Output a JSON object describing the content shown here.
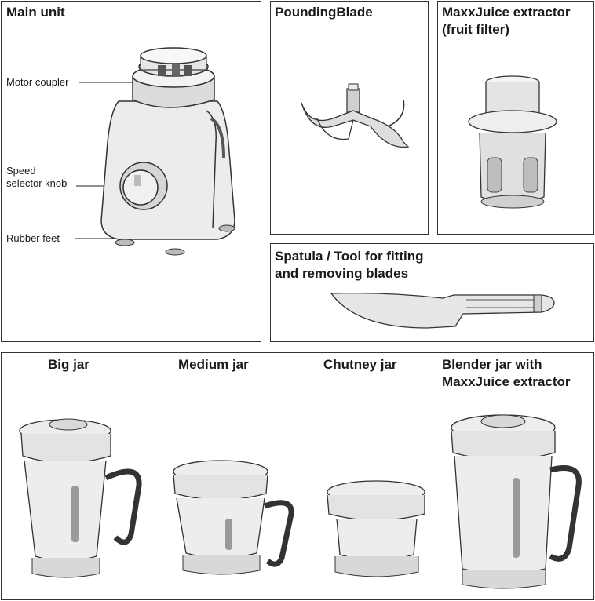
{
  "panels": {
    "main_unit": {
      "title": "Main unit",
      "callouts": {
        "motor_coupler": "Motor coupler",
        "speed_selector": "Speed\nselector knob",
        "rubber_feet": "Rubber feet"
      }
    },
    "pounding_blade": {
      "title": "PoundingBlade"
    },
    "maxxjuice": {
      "title": "MaxxJuice extractor\n(fruit filter)"
    },
    "spatula": {
      "title": "Spatula / Tool for fitting\nand removing blades"
    },
    "jars": {
      "big": "Big jar",
      "medium": "Medium jar",
      "chutney": "Chutney jar",
      "blender": "Blender jar with\nMaxxJuice extractor"
    }
  }
}
